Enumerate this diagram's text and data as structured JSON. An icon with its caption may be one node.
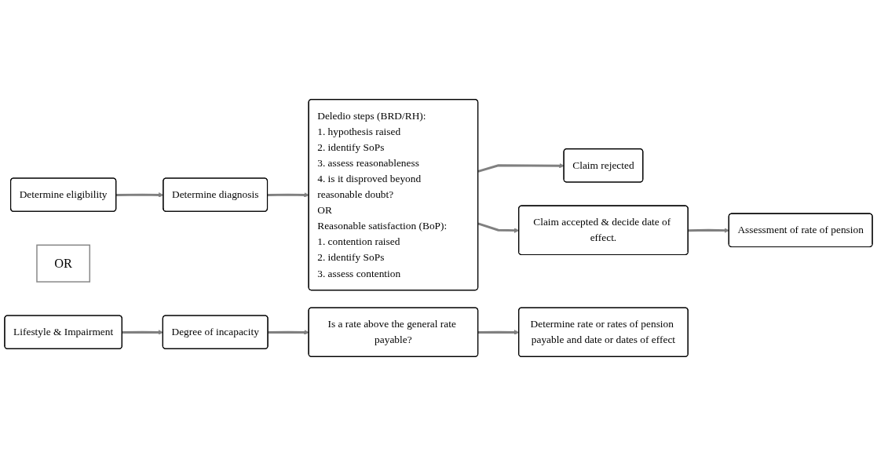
{
  "diagram": {
    "nodes": [
      {
        "text": [
          "Determine eligibility"
        ]
      },
      {
        "text": [
          "Determine diagnosis"
        ]
      },
      {
        "text": [
          "Deledio steps (BRD/RH):",
          "1. hypothesis raised",
          "2. identify SoPs",
          "3. assess reasonableness",
          "4. is it disproved beyond reasonable doubt?",
          "OR",
          "Reasonable satisfaction (BoP):",
          "1. contention raised",
          "2. identify SoPs",
          "3. assess contention"
        ]
      },
      {
        "text": [
          "Claim rejected"
        ]
      },
      {
        "text": [
          "OR"
        ]
      },
      {
        "text": [
          "Claim accepted & decide date of effect."
        ]
      },
      {
        "text": [
          "Assessment of rate of pension"
        ]
      },
      {
        "text": [
          "Lifestyle & Impairment"
        ]
      },
      {
        "text": [
          "Degree of incapacity"
        ]
      },
      {
        "text": [
          "Is a rate above the general rate payable?"
        ]
      },
      {
        "text": [
          "Determine rate or rates of pension payable and date or dates of effect"
        ]
      }
    ],
    "edges": [
      {
        "from": 0,
        "to": 1,
        "arrow": "to"
      },
      {
        "from": 1,
        "to": 2,
        "arrow": "to"
      },
      {
        "from": 2,
        "to": 3,
        "arrow": "to"
      },
      {
        "from": 2,
        "to": 5,
        "arrow": "to"
      },
      {
        "from": 5,
        "to": 6,
        "arrow": "to"
      },
      {
        "from": 7,
        "to": 8,
        "arrow": "to"
      },
      {
        "from": 8,
        "to": 9,
        "arrow": "to"
      },
      {
        "from": 9,
        "to": 10,
        "arrow": "to"
      }
    ]
  }
}
